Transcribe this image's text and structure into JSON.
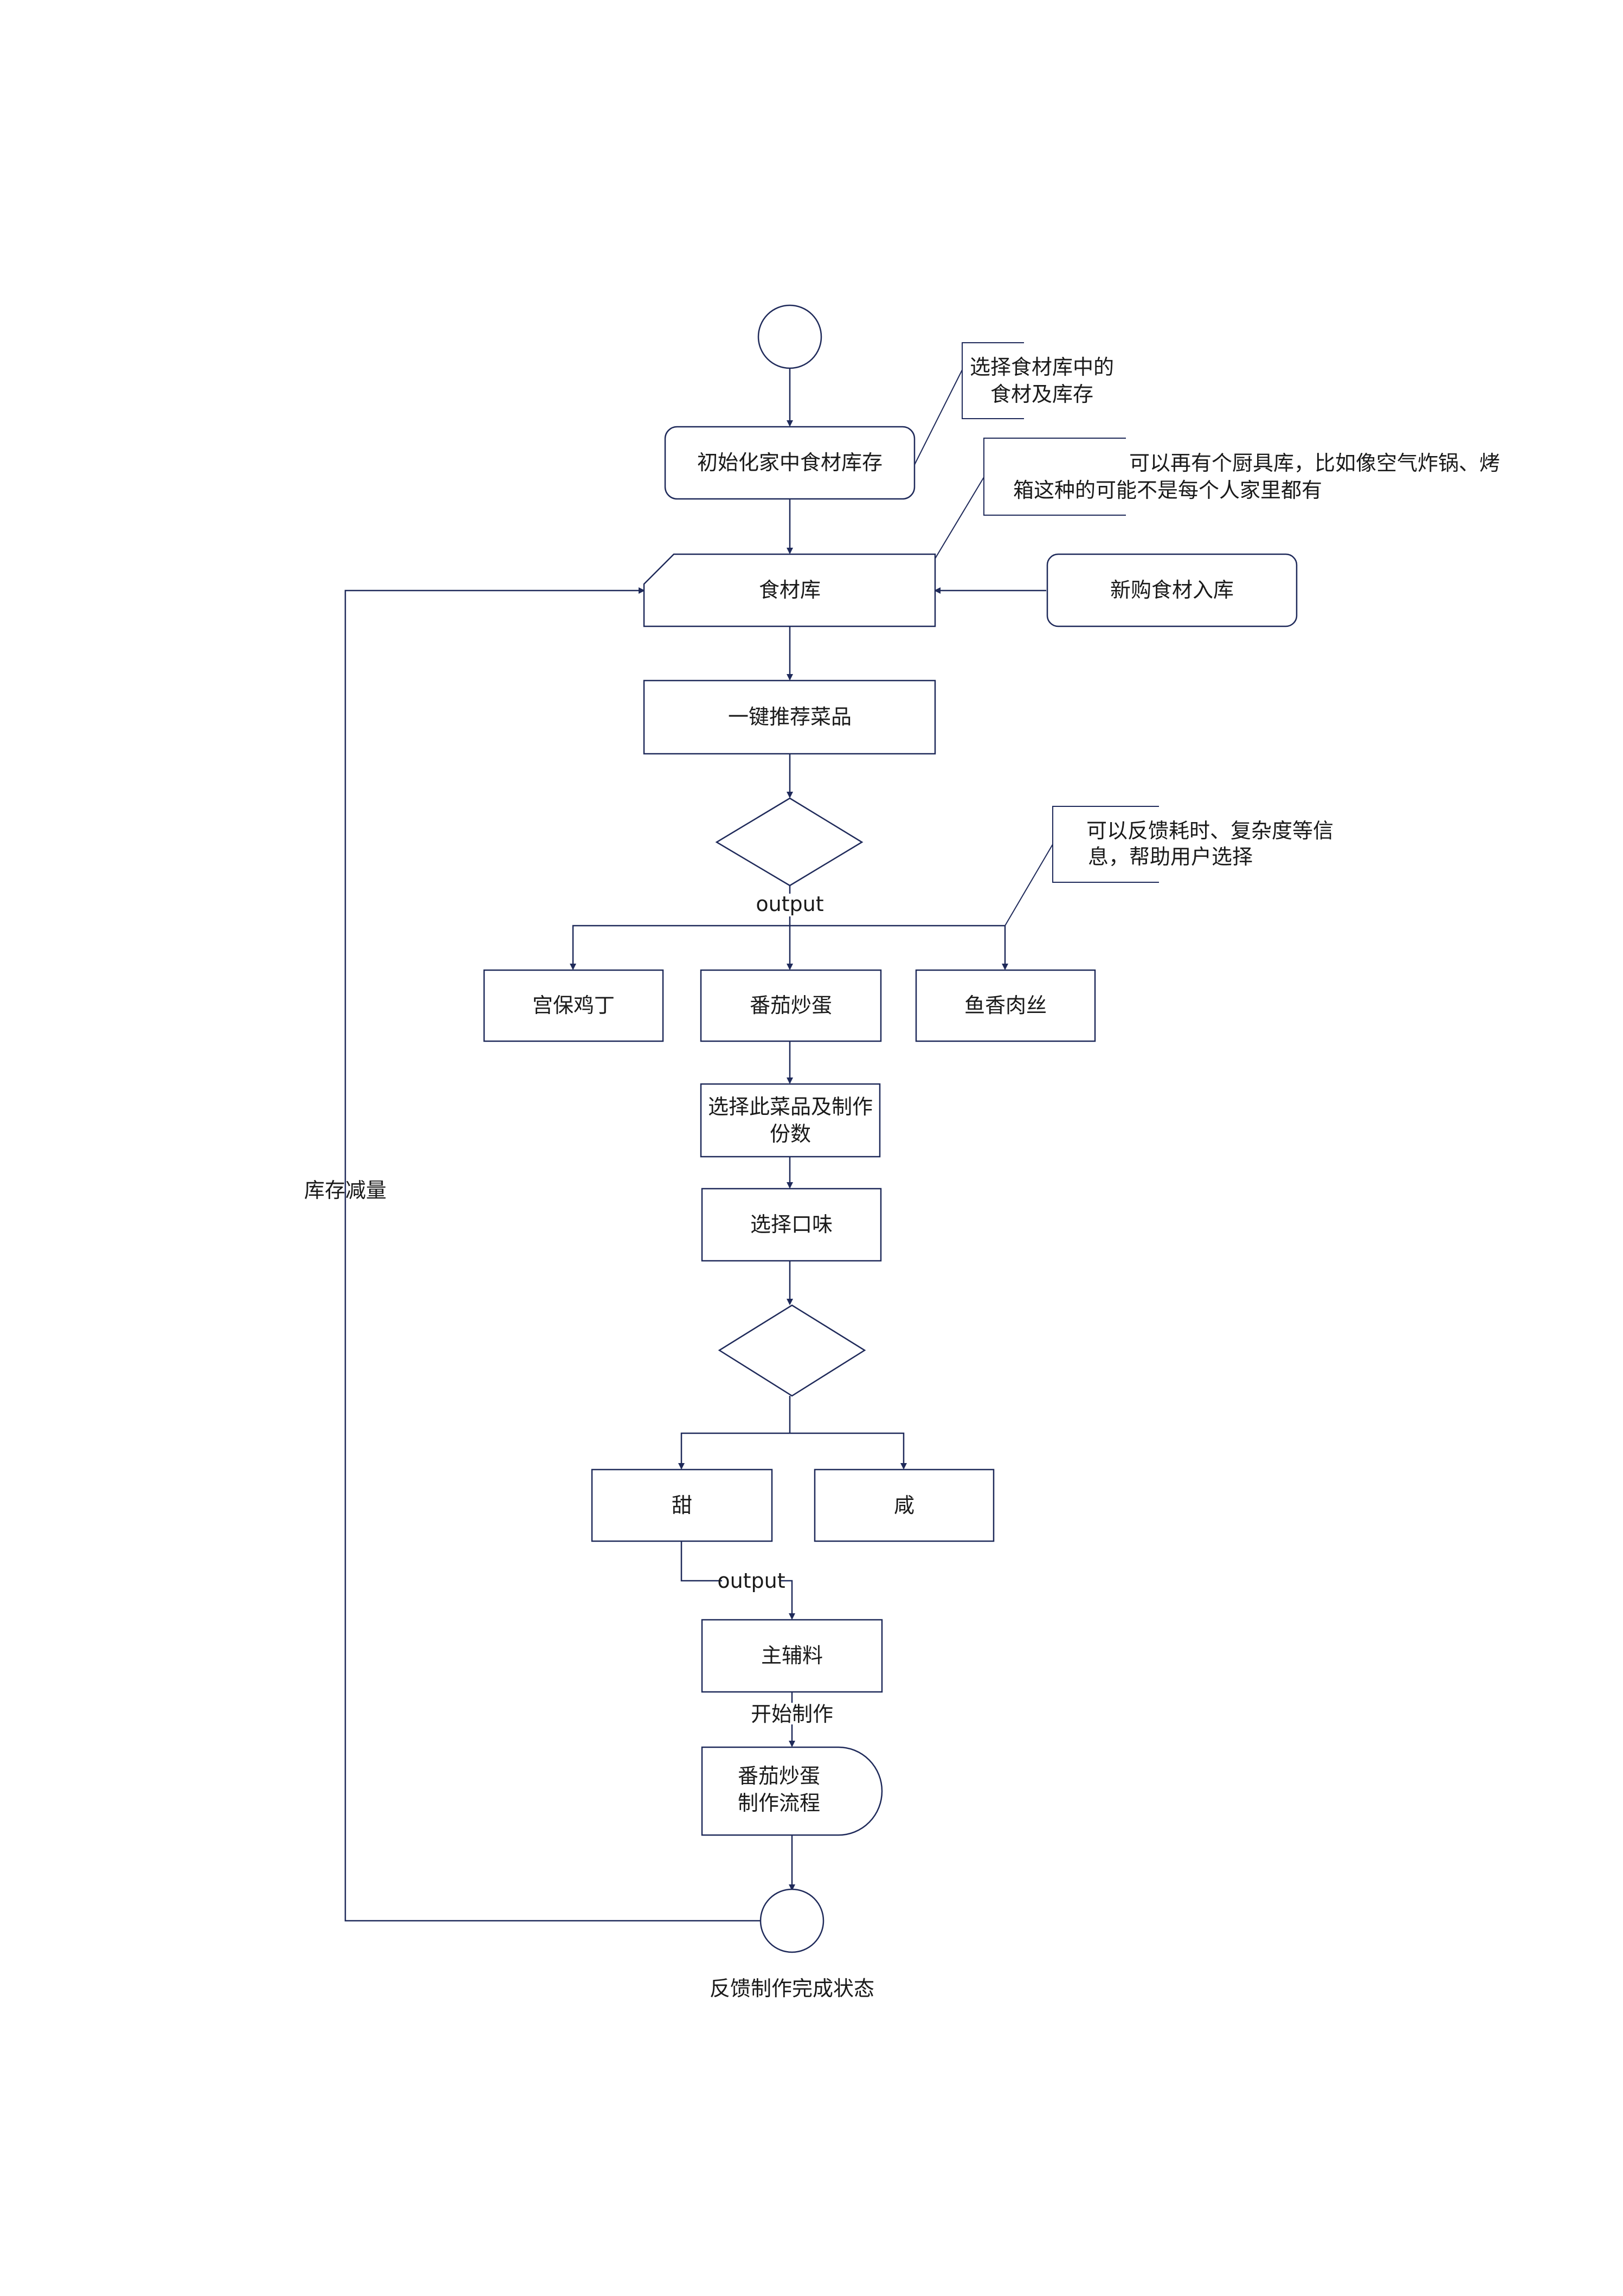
{
  "nodes": {
    "init_inventory": "初始化家中食材库存",
    "ingredient_lib": "食材库",
    "new_purchase": "新购食材入库",
    "recommend": "一键推荐菜品",
    "dish_1": "宫保鸡丁",
    "dish_2": "番茄炒蛋",
    "dish_3": "鱼香肉丝",
    "choose_dish_line1": "选择此菜品及制作",
    "choose_dish_line2": "份数",
    "choose_taste": "选择口味",
    "sweet": "甜",
    "salty": "咸",
    "ingredients": "主辅料",
    "process_line1": "番茄炒蛋",
    "process_line2": "制作流程",
    "feedback": "反馈制作完成状态"
  },
  "edge_labels": {
    "output_1": "output",
    "output_2": "output",
    "start_cooking": "开始制作",
    "stock_decrease": "库存减量"
  },
  "notes": {
    "note_1_line1": "选择食材库中的",
    "note_1_line2": "食材及库存",
    "note_2_line1": "可以再有个厨具库，比如像空气炸锅、烤",
    "note_2_line2": "箱这种的可能不是每个人家里都有",
    "note_3_line1": "可以反馈耗时、复杂度等信",
    "note_3_line2": "息，帮助用户选择"
  },
  "colors": {
    "stroke": "#1f2a5a",
    "text": "#1a1a1a",
    "background": "#ffffff"
  }
}
